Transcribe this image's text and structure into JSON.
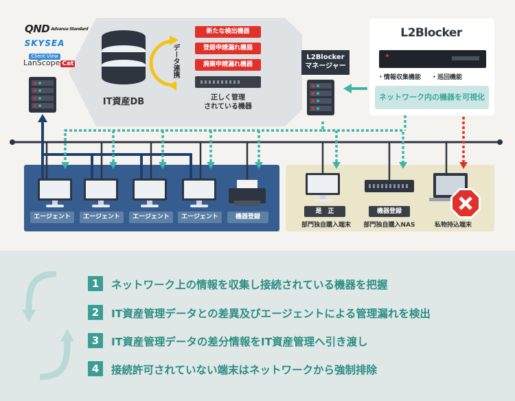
{
  "logos": {
    "qnd": "QND",
    "qnd_sub": "Advance Standard",
    "skysea": "SKYSEA",
    "skysea_sub": "Client View",
    "lanscope": "LanScope",
    "lanscope_cat": "Cat"
  },
  "it_db": {
    "label": "IT資産DB"
  },
  "data_link": {
    "label": "データ連携"
  },
  "alerts": [
    "新たな検出機器",
    "登録申請漏れ機器",
    "廃棄申請漏れ機器"
  ],
  "managed": {
    "label_line1": "正しく管理",
    "label_line2": "されている機器"
  },
  "l2_manager": {
    "label_line1": "L2Blocker",
    "label_line2": "マネージャー"
  },
  "l2_box": {
    "logo": "L2Blocker",
    "features": [
      "・情報収集機能",
      "・巡回機能"
    ],
    "visualize": "ネットワーク内の機器を可視化"
  },
  "agents": [
    "エージェント",
    "エージェント",
    "エージェント",
    "エージェント"
  ],
  "printer": {
    "label": "機器登録"
  },
  "pc_client": {
    "tag": "是　正",
    "caption": "部門独自購入端末"
  },
  "nas": {
    "tag": "機器登録",
    "caption": "部門独自購入NAS"
  },
  "private_pc": {
    "caption": "私物持込端末"
  },
  "steps": [
    {
      "num": "1",
      "text": "ネットワーク上の情報を収集し接続されている機器を把握"
    },
    {
      "num": "2",
      "text": "IT資産管理データとの差異及びエージェントによる管理漏れを検出"
    },
    {
      "num": "3",
      "text": "IT資産管理データの差分情報をIT資産管理へ引き渡し"
    },
    {
      "num": "4",
      "text": "接続許可されていない端末はネットワークから強制排除"
    }
  ],
  "colors": {
    "teal": "#3b9e94",
    "navy": "#355d8f",
    "red": "#e0312b",
    "dark": "#2e3440"
  }
}
